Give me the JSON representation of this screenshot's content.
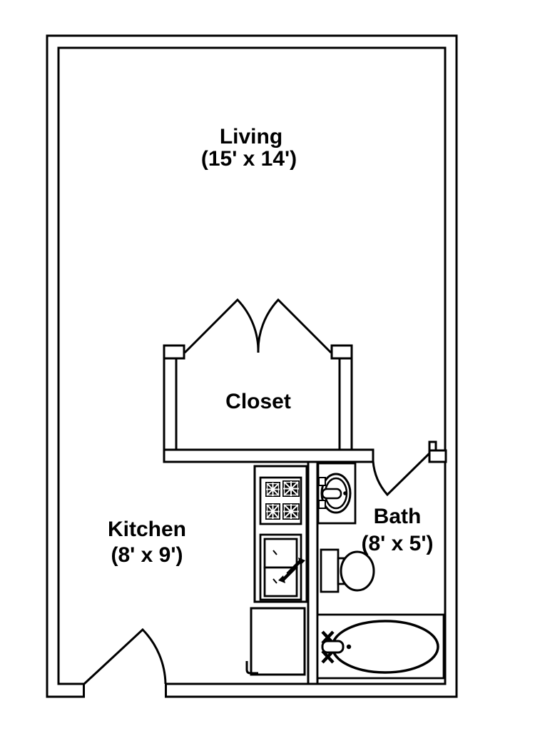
{
  "floor_plan": {
    "background_color": "#ffffff",
    "wall_color": "#000000",
    "rooms": {
      "living": {
        "label": "Living",
        "dimensions": "(15' x 14')"
      },
      "closet": {
        "label": "Closet"
      },
      "kitchen": {
        "label": "Kitchen",
        "dimensions": "(8' x 9')"
      },
      "bath": {
        "label": "Bath",
        "dimensions": "(8' x 5')"
      }
    },
    "fixtures": [
      {
        "name": "range-4-burner",
        "room": "kitchen"
      },
      {
        "name": "double-basin-sink",
        "room": "kitchen"
      },
      {
        "name": "refrigerator",
        "room": "kitchen"
      },
      {
        "name": "vanity-sink",
        "room": "bath"
      },
      {
        "name": "toilet",
        "room": "bath"
      },
      {
        "name": "bathtub",
        "room": "bath"
      }
    ],
    "doors": [
      {
        "name": "entry-door",
        "location": "bottom-left",
        "type": "single-swing"
      },
      {
        "name": "closet-doors",
        "location": "closet-top",
        "type": "double-swing"
      },
      {
        "name": "bath-door",
        "location": "bath-top",
        "type": "single-swing"
      }
    ]
  }
}
